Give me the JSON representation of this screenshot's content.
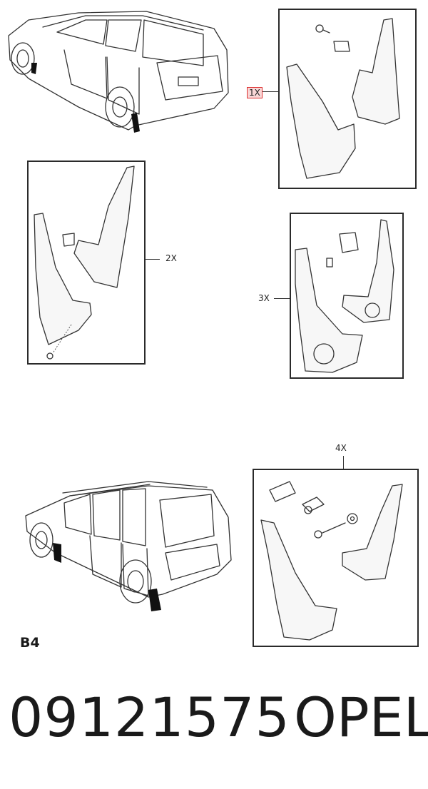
{
  "callouts": {
    "panel_1": "1X",
    "panel_2": "2X",
    "panel_3": "3X",
    "panel_4": "4X"
  },
  "section_code": "B4",
  "part_number": "09121575",
  "brand": "OPEL",
  "colors": {
    "highlight_border": "#d33333",
    "highlight_fill": "#f9d6d6"
  }
}
